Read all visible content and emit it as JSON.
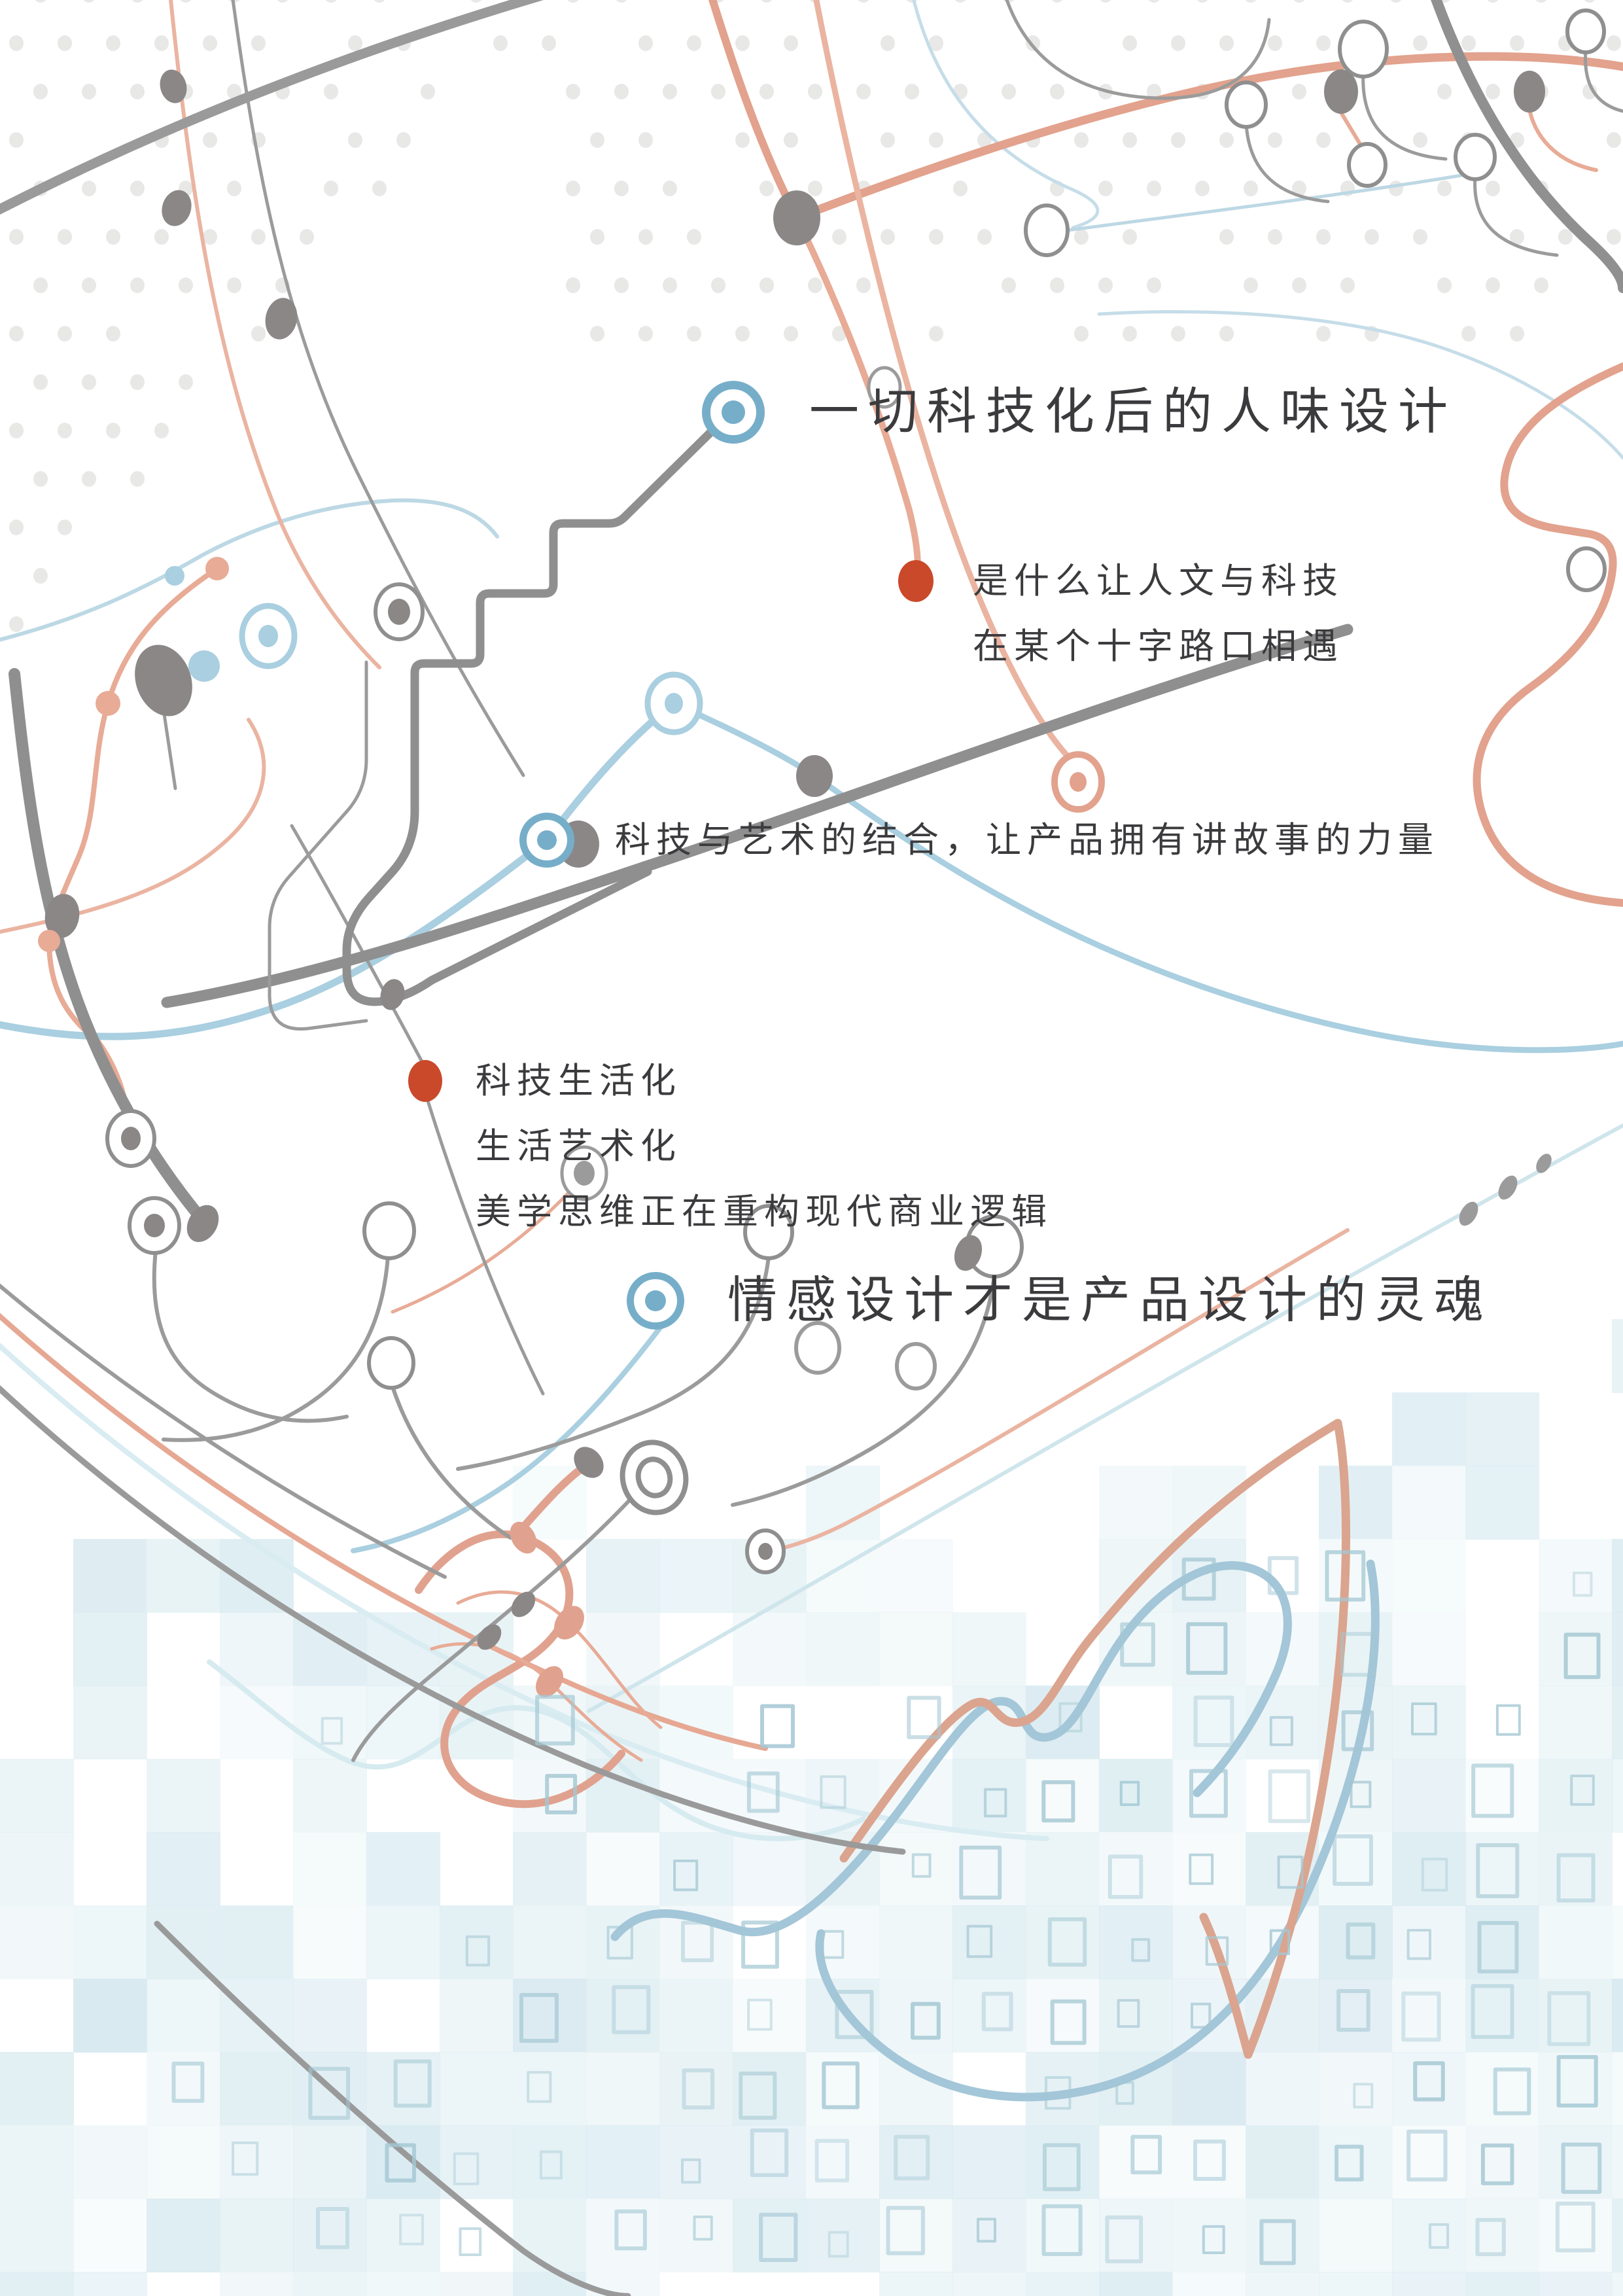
{
  "annotations": [
    {
      "id": "headline-1",
      "bullet": "ring-blue",
      "style": "title",
      "lines": [
        "一切科技化后的人味设计"
      ]
    },
    {
      "id": "note-1",
      "bullet": "dot-red",
      "style": "body",
      "lines": [
        "是什么让人文与科技",
        "在某个十字路口相遇"
      ]
    },
    {
      "id": "note-2",
      "bullet": "ring-blue",
      "style": "body",
      "lines": [
        "科技与艺术的结合，让产品拥有讲故事的力量"
      ]
    },
    {
      "id": "note-3",
      "bullet": "dot-red",
      "style": "body",
      "lines": [
        "科技生活化",
        "生活艺术化",
        "美学思维正在重构现代商业逻辑"
      ]
    },
    {
      "id": "headline-2",
      "bullet": "ring-blue",
      "style": "title",
      "lines": [
        "情感设计才是产品设计的灵魂"
      ]
    }
  ],
  "palette": {
    "text": "#3b3b3e",
    "bullet_blue": "#76aec9",
    "bullet_red": "#c9492a",
    "line_gray": "#8f8f8f",
    "line_salmon": "#e2a28d",
    "line_blue": "#a9cfe0",
    "line_pale_blue": "#cfe5ec",
    "halftone_dot": "#e8e8e6",
    "mosaic": [
      "#eaf4f7",
      "#dfeef3",
      "#d7e9f0",
      "#e6f2f5",
      "#f1f8fa",
      "#dcedf1"
    ],
    "rect_outline": "#a3c7d3"
  }
}
